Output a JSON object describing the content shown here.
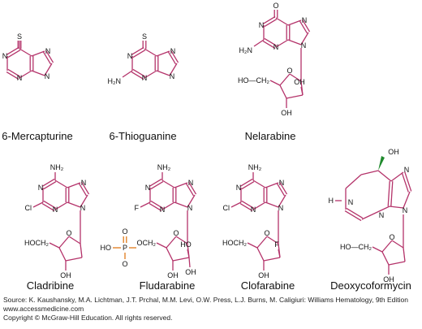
{
  "figure": {
    "bond_color": "#b4336a",
    "oxygen_color": "#e07a1a",
    "wedge_color": "#1f8a2c",
    "atom_labels": {
      "S": "S",
      "O": "O",
      "N": "N",
      "F": "F",
      "P": "P",
      "H": "H",
      "NH2": "NH₂",
      "H2N": "H₂N",
      "Cl": "Cl",
      "OH": "OH",
      "HO_CH2": "HO—CH₂",
      "HOCH2": "HOCH₂",
      "OCH2": "OCH₂",
      "HO": "HO"
    },
    "molecules": [
      {
        "key": "m1",
        "name": "6-Mercapturine"
      },
      {
        "key": "m2",
        "name": "6-Thioguanine"
      },
      {
        "key": "m3",
        "name": "Nelarabine"
      },
      {
        "key": "m4",
        "name": "Cladribine"
      },
      {
        "key": "m5",
        "name": "Fludarabine"
      },
      {
        "key": "m6",
        "name": "Clofarabine"
      },
      {
        "key": "m7",
        "name": "Deoxycoformycin"
      }
    ]
  },
  "credits": {
    "source": "Source: K. Kaushansky, M.A. Lichtman, J.T. Prchal, M.M. Levi, O.W. Press, L.J. Burns, M. Caligiuri: Williams Hematology, 9th Edition",
    "website": "www.accessmedicine.com",
    "copyright": "Copyright © McGraw-Hill Education.  All rights reserved."
  }
}
